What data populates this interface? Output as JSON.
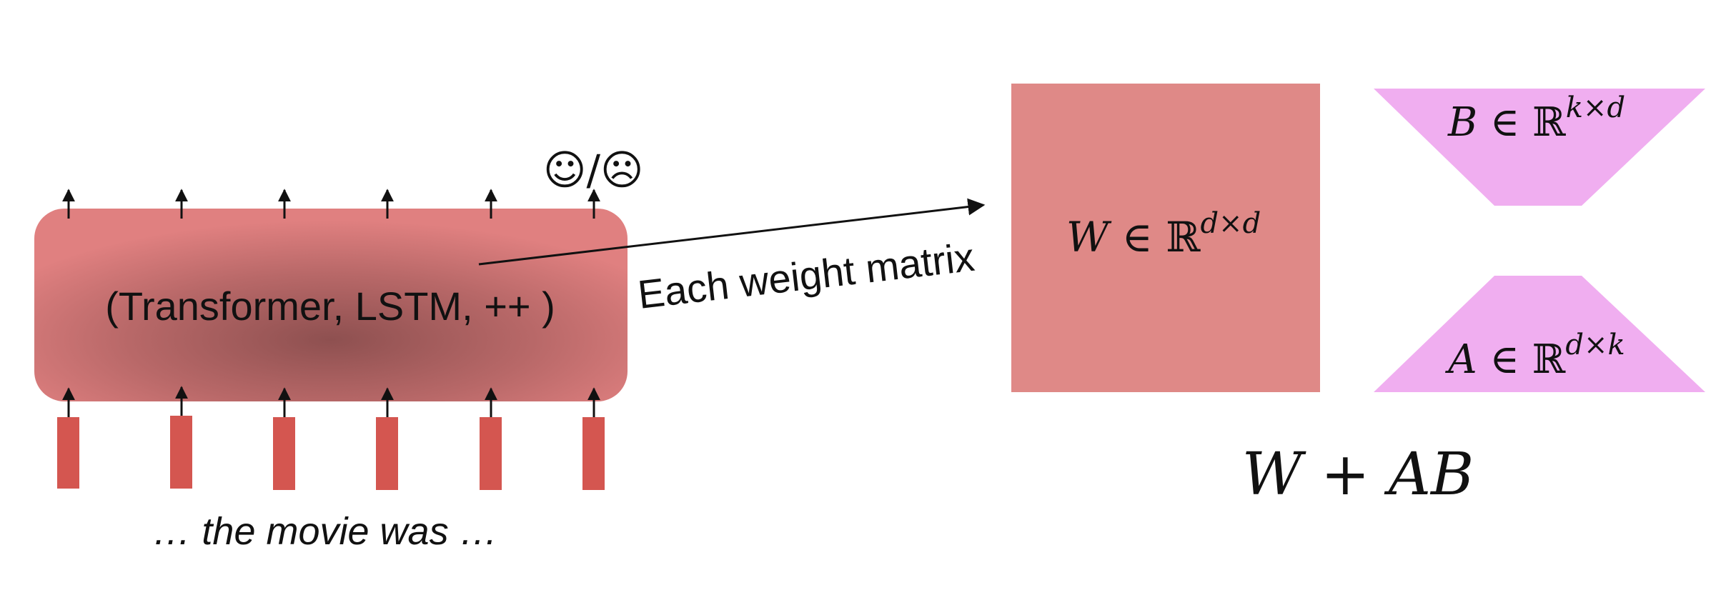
{
  "model": {
    "label": "(Transformer, LSTM, ++ )",
    "sentiment_text": "☺/☹",
    "input_caption": "… the movie was …",
    "gradient_dark": "#8e5050",
    "gradient_light": "#e08080",
    "token_color": "#d45650"
  },
  "arrow": {
    "label": "Each weight matrix"
  },
  "weight_matrix": {
    "symbol": "W",
    "element_of": " ∈ ℝ",
    "superscript": "d×d",
    "fill": "#df8987"
  },
  "matrix_b": {
    "symbol": "B",
    "element_of": " ∈ ℝ",
    "superscript": "k×d",
    "fill": "#f0aef0"
  },
  "matrix_a": {
    "symbol": "A",
    "element_of": " ∈ ℝ",
    "superscript": "d×k",
    "fill": "#f0aef0"
  },
  "equation": {
    "lhs": "W",
    "op": " + ",
    "rhs": "AB"
  }
}
